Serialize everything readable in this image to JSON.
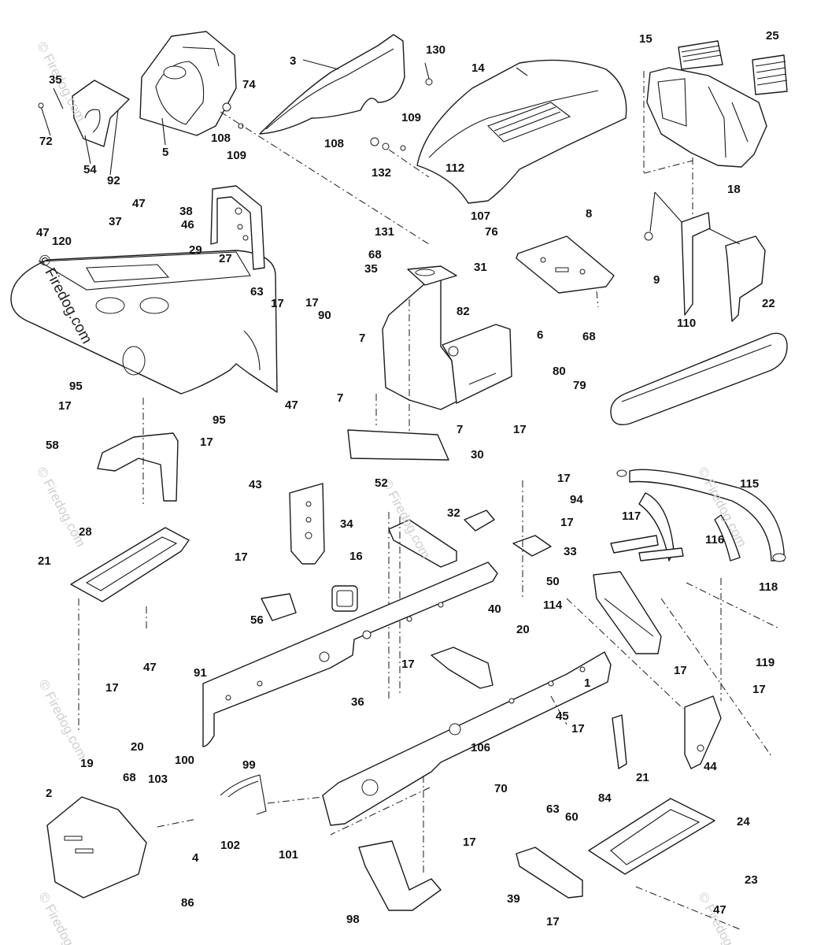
{
  "watermark": {
    "main_text": "© Firedog.com",
    "faint_text": "© Firedog.com"
  },
  "colors": {
    "line": "#1a1a1a",
    "background": "#ffffff",
    "watermark_faint": "#cfcfcf"
  },
  "labels": {
    "p3": "3",
    "p130": "130",
    "p14": "14",
    "p15": "15",
    "p25": "25",
    "p35a": "35",
    "p72": "72",
    "p54": "54",
    "p92": "92",
    "p5": "5",
    "p74": "74",
    "p108a": "108",
    "p109a": "109",
    "p108b": "108",
    "p109b": "109",
    "p132": "132",
    "p112": "112",
    "p18": "18",
    "p47a": "47",
    "p47b": "47",
    "p120": "120",
    "p37": "37",
    "p38": "38",
    "p46": "46",
    "p29": "29",
    "p27": "27",
    "p63a": "63",
    "p17a": "17",
    "p131": "131",
    "p107": "107",
    "p76": "76",
    "p68a": "68",
    "p35b": "35",
    "p31": "31",
    "p8": "8",
    "p9": "9",
    "p17b": "17",
    "p90": "90",
    "p82": "82",
    "p6": "6",
    "p68b": "68",
    "p110": "110",
    "p22": "22",
    "p7a": "7",
    "p95a": "95",
    "p47c": "47",
    "p17c": "17",
    "p95b": "95",
    "p17d": "17",
    "p58": "58",
    "p7b": "7",
    "p80": "80",
    "p79": "79",
    "p17e": "17",
    "p7c": "7",
    "p30": "30",
    "p43": "43",
    "p52": "52",
    "p17f": "17",
    "p94": "94",
    "p115": "115",
    "p32": "32",
    "p34": "34",
    "p17g": "17",
    "p117": "117",
    "p33": "33",
    "p116": "116",
    "p28": "28",
    "p21a": "21",
    "p17h": "17",
    "p16": "16",
    "p56": "56",
    "p50": "50",
    "p118": "118",
    "p114": "114",
    "p47d": "47",
    "p40": "40",
    "p20a": "20",
    "p17i": "17",
    "p17j": "17",
    "p119": "119",
    "p91": "91",
    "p1": "1",
    "p17k": "17",
    "p36": "36",
    "p17l": "17",
    "p45": "45",
    "p17m": "17",
    "p20b": "20",
    "p19": "19",
    "p100": "100",
    "p99": "99",
    "p106": "106",
    "p21b": "21",
    "p44": "44",
    "p68c": "68",
    "p103": "103",
    "p70": "70",
    "p84": "84",
    "p63b": "63",
    "p60": "60",
    "p2": "2",
    "p4": "4",
    "p102": "102",
    "p101": "101",
    "p17n": "17",
    "p24": "24",
    "p98": "98",
    "p39": "39",
    "p23": "23",
    "p86": "86",
    "p17o": "17",
    "p47e": "47"
  }
}
